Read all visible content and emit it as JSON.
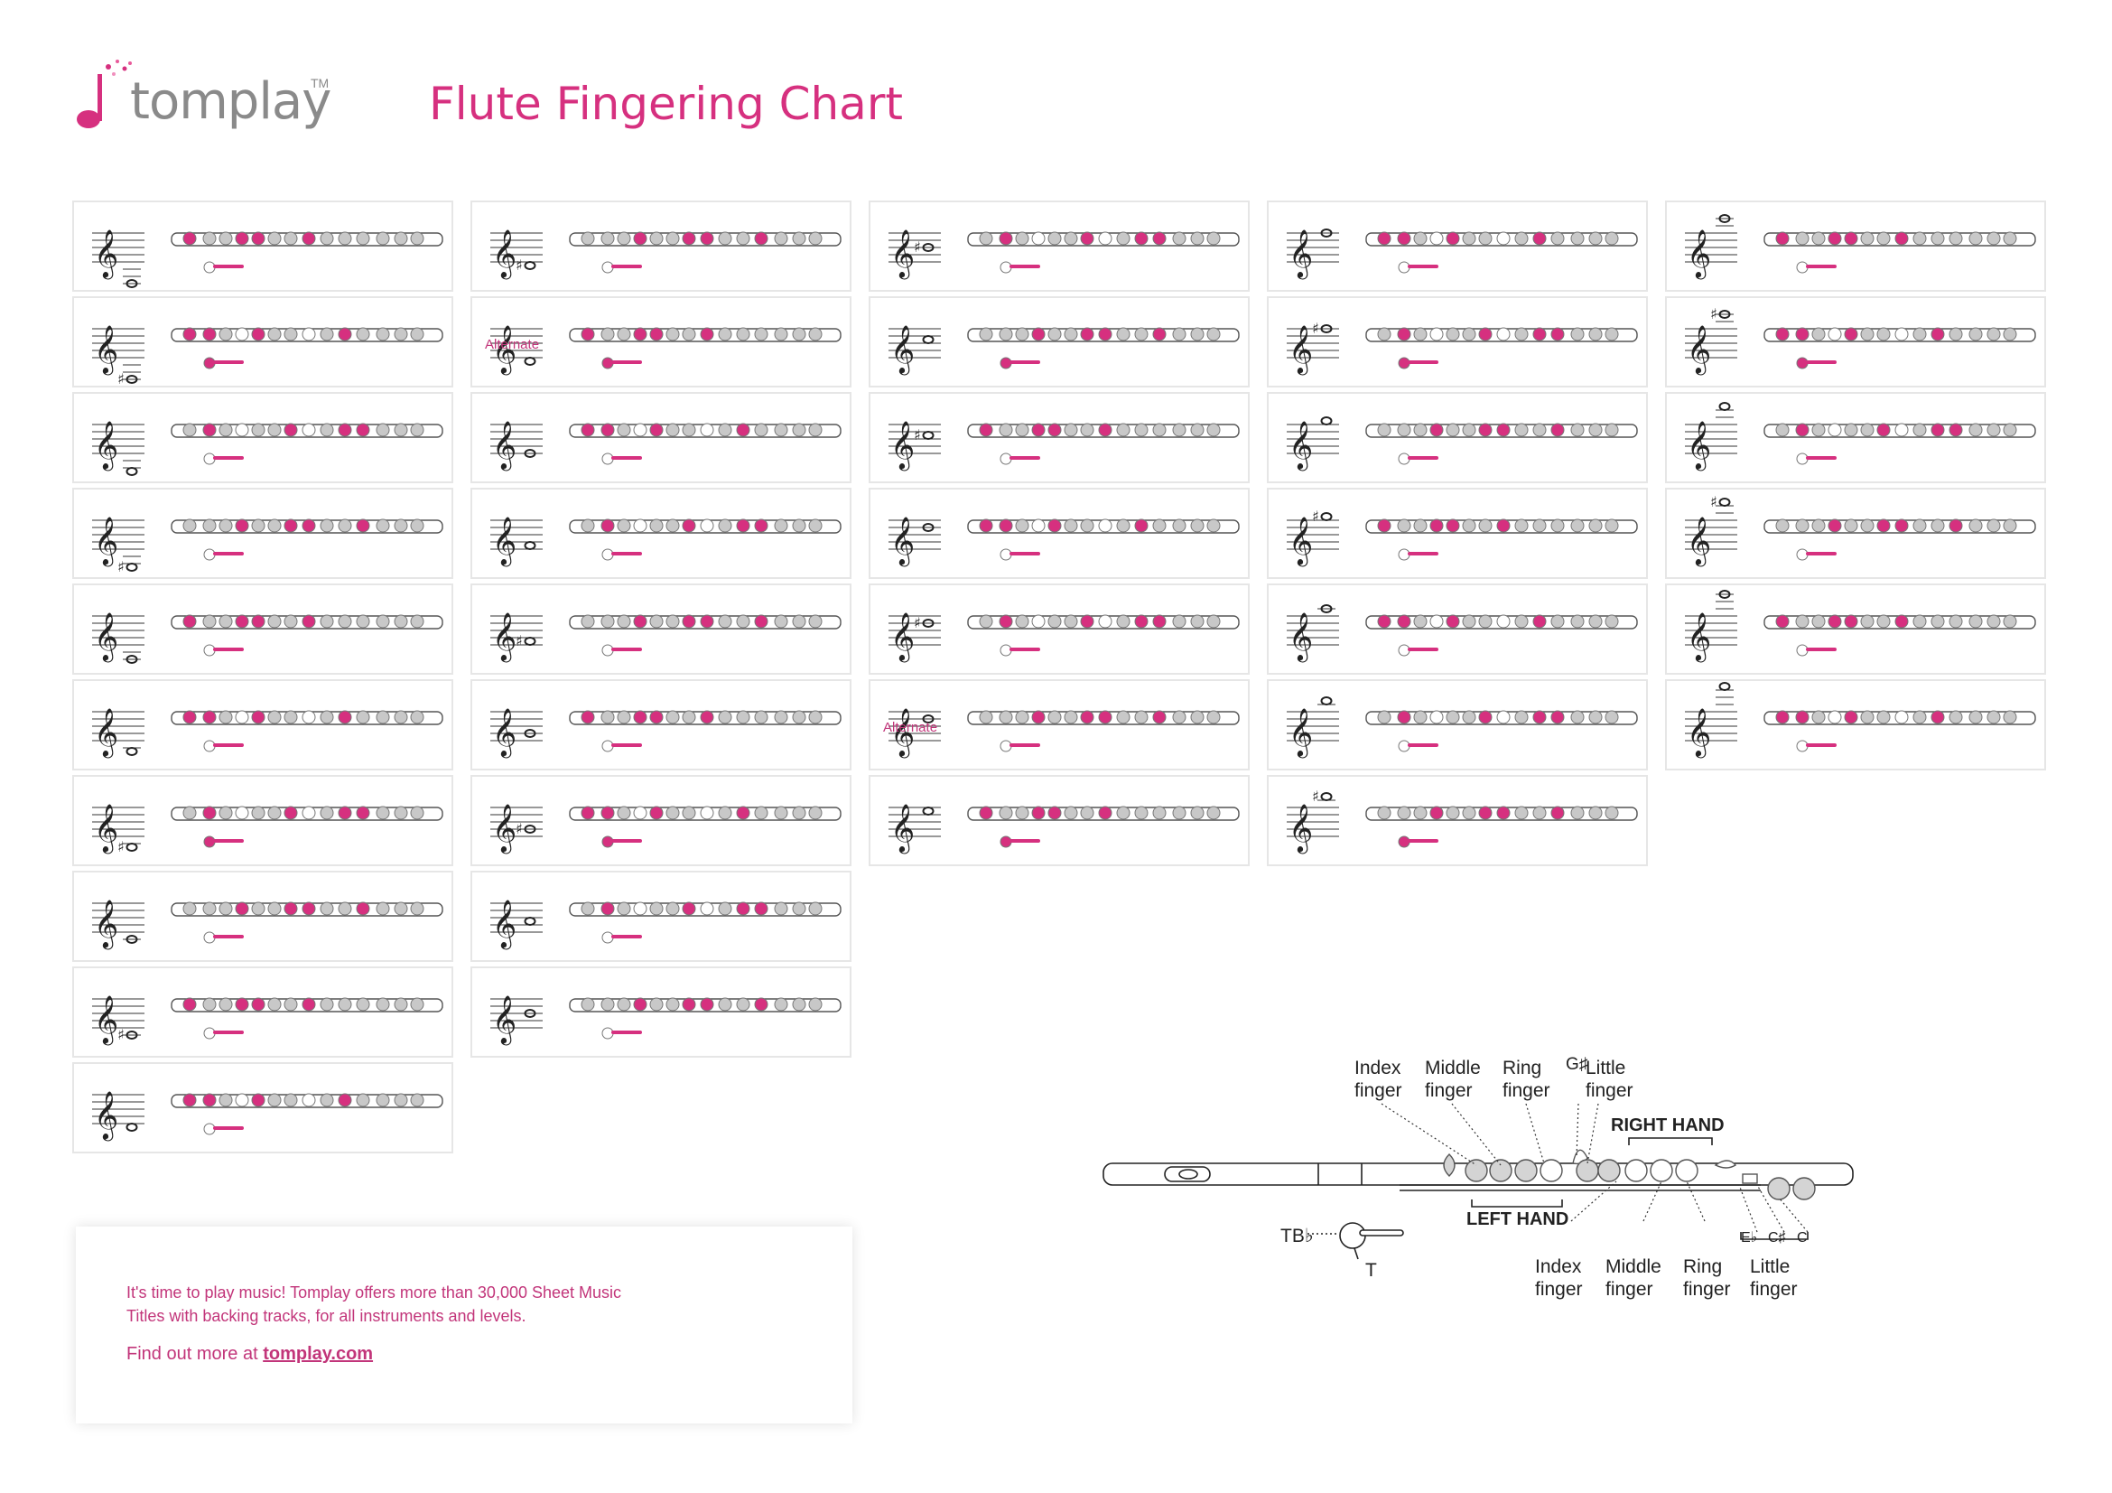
{
  "brand": {
    "name": "tomplay",
    "tm": "TM",
    "logo_icon": "music-note-icon"
  },
  "title": "Flute Fingering Chart",
  "colors": {
    "accent": "#d6307f",
    "key_grey": "#c8c8c8",
    "card_border": "#e6e6e6"
  },
  "columns": [
    {
      "cards": [
        {
          "accidental": "",
          "note_step": 10,
          "alt_label": ""
        },
        {
          "accidental": "♯",
          "note_step": 10,
          "alt_label": ""
        },
        {
          "accidental": "",
          "note_step": 9,
          "alt_label": ""
        },
        {
          "accidental": "♯",
          "note_step": 9,
          "alt_label": ""
        },
        {
          "accidental": "",
          "note_step": 8,
          "alt_label": ""
        },
        {
          "accidental": "",
          "note_step": 7,
          "alt_label": ""
        },
        {
          "accidental": "♯",
          "note_step": 7,
          "alt_label": ""
        },
        {
          "accidental": "",
          "note_step": 6,
          "alt_label": ""
        },
        {
          "accidental": "♯",
          "note_step": 6,
          "alt_label": ""
        },
        {
          "accidental": "",
          "note_step": 5,
          "alt_label": ""
        }
      ]
    },
    {
      "cards": [
        {
          "accidental": "♯",
          "note_step": 5,
          "alt_label": ""
        },
        {
          "accidental": "",
          "note_step": 5,
          "alt_label": "Alternate"
        },
        {
          "accidental": "",
          "note_step": 4,
          "alt_label": ""
        },
        {
          "accidental": "",
          "note_step": 3,
          "alt_label": ""
        },
        {
          "accidental": "♯",
          "note_step": 3,
          "alt_label": ""
        },
        {
          "accidental": "",
          "note_step": 2,
          "alt_label": ""
        },
        {
          "accidental": "♯",
          "note_step": 2,
          "alt_label": ""
        },
        {
          "accidental": "",
          "note_step": 1,
          "alt_label": ""
        },
        {
          "accidental": "",
          "note_step": 0,
          "alt_label": ""
        }
      ]
    },
    {
      "cards": [
        {
          "accidental": "♯",
          "note_step": 0,
          "alt_label": ""
        },
        {
          "accidental": "",
          "note_step": -1,
          "alt_label": ""
        },
        {
          "accidental": "♯",
          "note_step": -1,
          "alt_label": ""
        },
        {
          "accidental": "",
          "note_step": -2,
          "alt_label": ""
        },
        {
          "accidental": "♯",
          "note_step": -2,
          "alt_label": ""
        },
        {
          "accidental": "",
          "note_step": -2,
          "alt_label": "Alternate"
        },
        {
          "accidental": "",
          "note_step": -3,
          "alt_label": ""
        }
      ]
    },
    {
      "cards": [
        {
          "accidental": "",
          "note_step": -4,
          "alt_label": ""
        },
        {
          "accidental": "♯",
          "note_step": -4,
          "alt_label": ""
        },
        {
          "accidental": "",
          "note_step": -5,
          "alt_label": ""
        },
        {
          "accidental": "♯",
          "note_step": -5,
          "alt_label": ""
        },
        {
          "accidental": "",
          "note_step": -6,
          "alt_label": ""
        },
        {
          "accidental": "",
          "note_step": -7,
          "alt_label": ""
        },
        {
          "accidental": "♯",
          "note_step": -7,
          "alt_label": ""
        }
      ]
    },
    {
      "cards": [
        {
          "accidental": "",
          "note_step": -8,
          "alt_label": ""
        },
        {
          "accidental": "♯",
          "note_step": -8,
          "alt_label": ""
        },
        {
          "accidental": "",
          "note_step": -9,
          "alt_label": ""
        },
        {
          "accidental": "♯",
          "note_step": -9,
          "alt_label": ""
        },
        {
          "accidental": "",
          "note_step": -10,
          "alt_label": ""
        },
        {
          "accidental": "",
          "note_step": -11,
          "alt_label": ""
        }
      ]
    }
  ],
  "promo": {
    "text": "It's time to play music! Tomplay offers more than 30,000 Sheet Music Titles with backing tracks, for all instruments and levels.",
    "find_out": "Find out more at",
    "link": "tomplay.com"
  },
  "diagram": {
    "top_index": "Index\nfinger",
    "top_middle": "Middle\nfinger",
    "top_ring": "Ring\nfinger",
    "top_gsharp": "G♯",
    "top_little": "Little\nfinger",
    "right_hand": "RIGHT HAND",
    "left_hand": "LEFT HAND",
    "thumb_bb": "TB♭",
    "thumb_t": "T",
    "bottom_index": "Index\nfinger",
    "bottom_middle": "Middle\nfinger",
    "bottom_ring": "Ring\nfinger",
    "bottom_little": "Little\nfinger",
    "key_eb": "E♭",
    "key_csharp": "C♯",
    "key_c": "C"
  }
}
